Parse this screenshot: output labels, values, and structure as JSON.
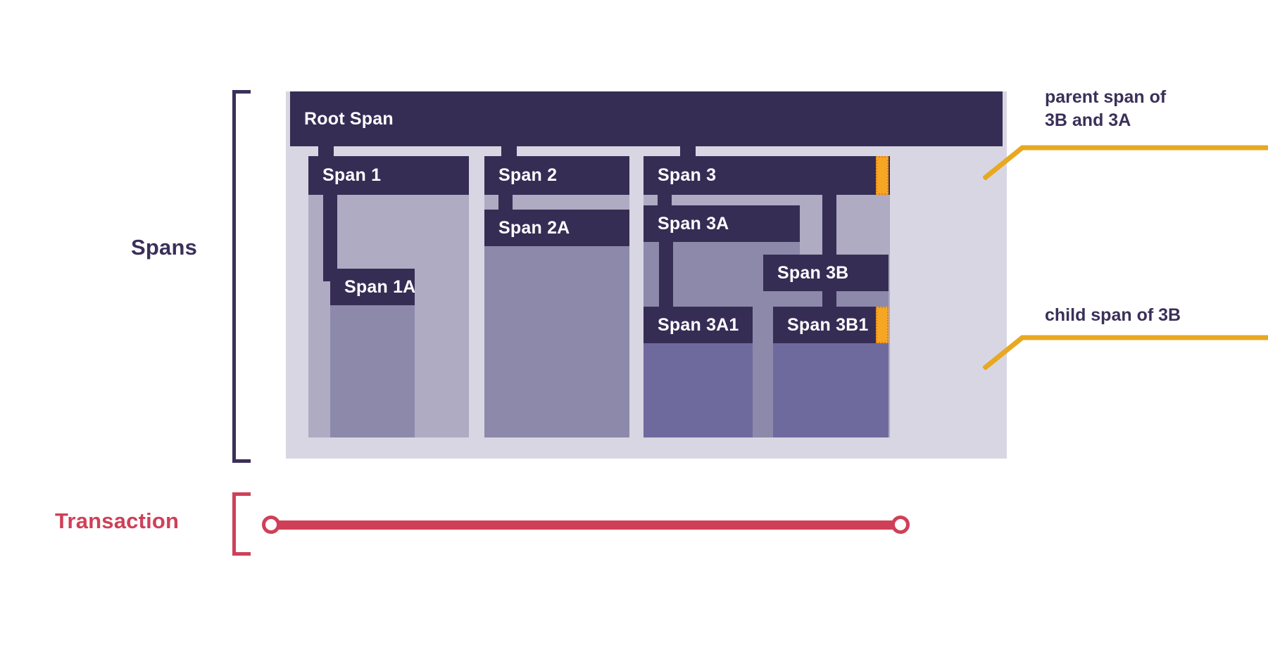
{
  "colors": {
    "span_header": "#362d55",
    "container_bg": "#d8d6e2",
    "depth1_body": "#aeabc2",
    "depth2_body": "#8d89ab",
    "depth3_body": "#6f6a9e",
    "accent_orange": "#f5a623",
    "transaction_red": "#cf4058",
    "label_purple": "#3a3059",
    "page_bg": "#ffffff"
  },
  "labels": {
    "spans": "Spans",
    "transaction": "Transaction"
  },
  "spans": {
    "root": {
      "label": "Root Span"
    },
    "s1": {
      "label": "Span 1"
    },
    "s1a": {
      "label": "Span 1A"
    },
    "s2": {
      "label": "Span 2"
    },
    "s2a": {
      "label": "Span 2A"
    },
    "s3": {
      "label": "Span 3"
    },
    "s3a": {
      "label": "Span 3A"
    },
    "s3a1": {
      "label": "Span 3A1"
    },
    "s3b": {
      "label": "Span 3B"
    },
    "s3b1": {
      "label": "Span 3B1"
    }
  },
  "callouts": {
    "parent": {
      "text": "parent span of\n3B and 3A"
    },
    "child": {
      "text": "child span of 3B"
    }
  }
}
